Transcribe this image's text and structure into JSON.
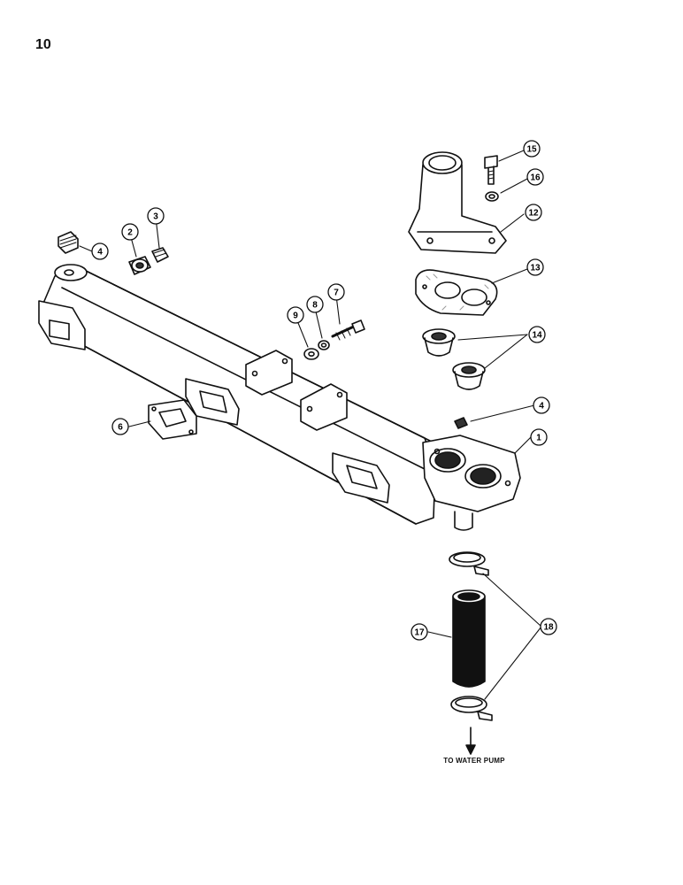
{
  "page": {
    "number": "10"
  },
  "callouts": [
    {
      "id": "c15",
      "label": "15"
    },
    {
      "id": "c16",
      "label": "16"
    },
    {
      "id": "c12",
      "label": "12"
    },
    {
      "id": "c13",
      "label": "13"
    },
    {
      "id": "c14",
      "label": "14"
    },
    {
      "id": "c4a",
      "label": "4"
    },
    {
      "id": "c1",
      "label": "1"
    },
    {
      "id": "c2",
      "label": "2"
    },
    {
      "id": "c3",
      "label": "3"
    },
    {
      "id": "c4b",
      "label": "4"
    },
    {
      "id": "c7",
      "label": "7"
    },
    {
      "id": "c8",
      "label": "8"
    },
    {
      "id": "c9",
      "label": "9"
    },
    {
      "id": "c6",
      "label": "6"
    },
    {
      "id": "c17",
      "label": "17"
    },
    {
      "id": "c18",
      "label": "18"
    }
  ],
  "note": {
    "flow_label": "TO WATER PUMP"
  },
  "colors": {
    "ink": "#111111",
    "paper": "#ffffff",
    "texture": "#9a9a9a"
  }
}
